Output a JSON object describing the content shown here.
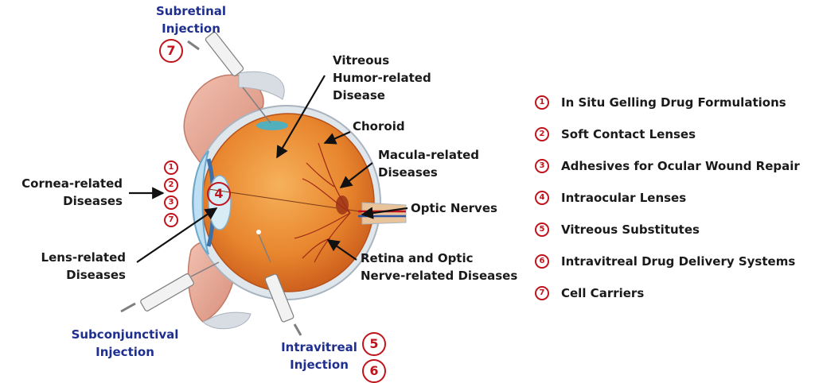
{
  "labels": {
    "subretinal_injection": "Subretinal\nInjection",
    "vitreous_disease": "Vitreous\nHumor-related\nDisease",
    "choroid": "Choroid",
    "macula_diseases": "Macula-related\nDiseases",
    "optic_nerves": "Optic Nerves",
    "retina_diseases": "Retina and Optic\nNerve-related Diseases",
    "cornea_diseases": "Cornea-related\nDiseases",
    "lens_diseases": "Lens-related\nDiseases",
    "subconjunctival_injection": "Subconjunctival\nInjection",
    "intravitreal_injection": "Intravitreal\nInjection"
  },
  "markers": {
    "subretinal": [
      "7"
    ],
    "cornea": [
      "1",
      "2",
      "3",
      "7"
    ],
    "lens": [
      "4"
    ],
    "intravitreal": [
      "5",
      "6"
    ]
  },
  "legend": [
    {
      "num": "1",
      "text": "In Situ Gelling Drug Formulations"
    },
    {
      "num": "2",
      "text": "Soft Contact Lenses"
    },
    {
      "num": "3",
      "text": "Adhesives for Ocular Wound Repair"
    },
    {
      "num": "4",
      "text": "Intraocular Lenses"
    },
    {
      "num": "5",
      "text": "Vitreous Substitutes"
    },
    {
      "num": "6",
      "text": "Intravitreal Drug Delivery Systems"
    },
    {
      "num": "7",
      "text": "Cell Carriers"
    }
  ],
  "colors": {
    "accent_red": "#c0141c",
    "injection_blue": "#1f2f8f",
    "eye_orange": "#e8862e",
    "eyelid_pink": "#e6a090"
  }
}
